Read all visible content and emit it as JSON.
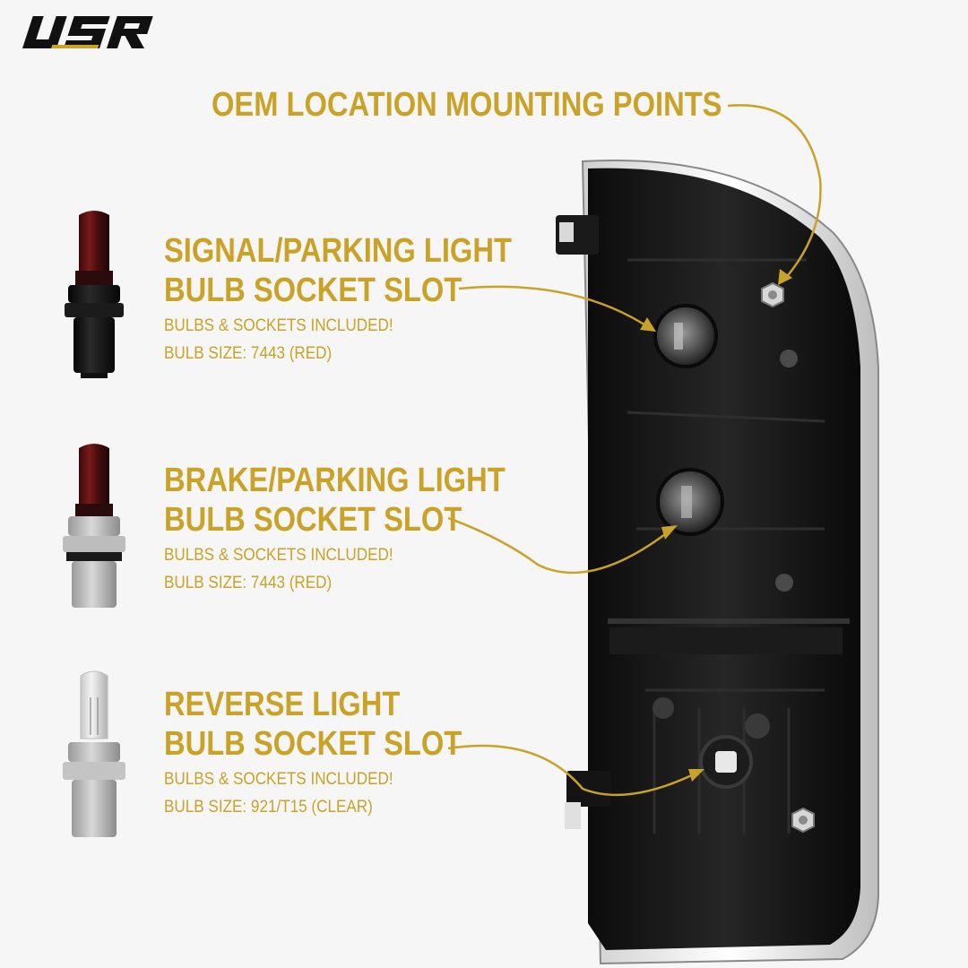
{
  "brand": {
    "logo_text": "USR",
    "accent_color": "#c9a227"
  },
  "hero": {
    "title": "OEM LOCATION MOUNTING POINTS"
  },
  "callouts": [
    {
      "title_line1": "SIGNAL/PARKING LIGHT",
      "title_line2": "BULB SOCKET SLOT",
      "note": "BULBS & SOCKETS INCLUDED!",
      "bulb_size": "BULB SIZE: 7443 (RED)",
      "bulb_icon": "red-bulb-black-socket-icon"
    },
    {
      "title_line1": "BRAKE/PARKING LIGHT",
      "title_line2": "BULB SOCKET SLOT",
      "note": "BULBS & SOCKETS INCLUDED!",
      "bulb_size": "BULB SIZE: 7443 (RED)",
      "bulb_icon": "red-bulb-gray-socket-icon"
    },
    {
      "title_line1": "REVERSE LIGHT",
      "title_line2": "BULB SOCKET SLOT",
      "note": "BULBS & SOCKETS INCLUDED!",
      "bulb_size": "BULB SIZE: 921/T15 (CLEAR)",
      "bulb_icon": "clear-bulb-gray-socket-icon"
    }
  ]
}
